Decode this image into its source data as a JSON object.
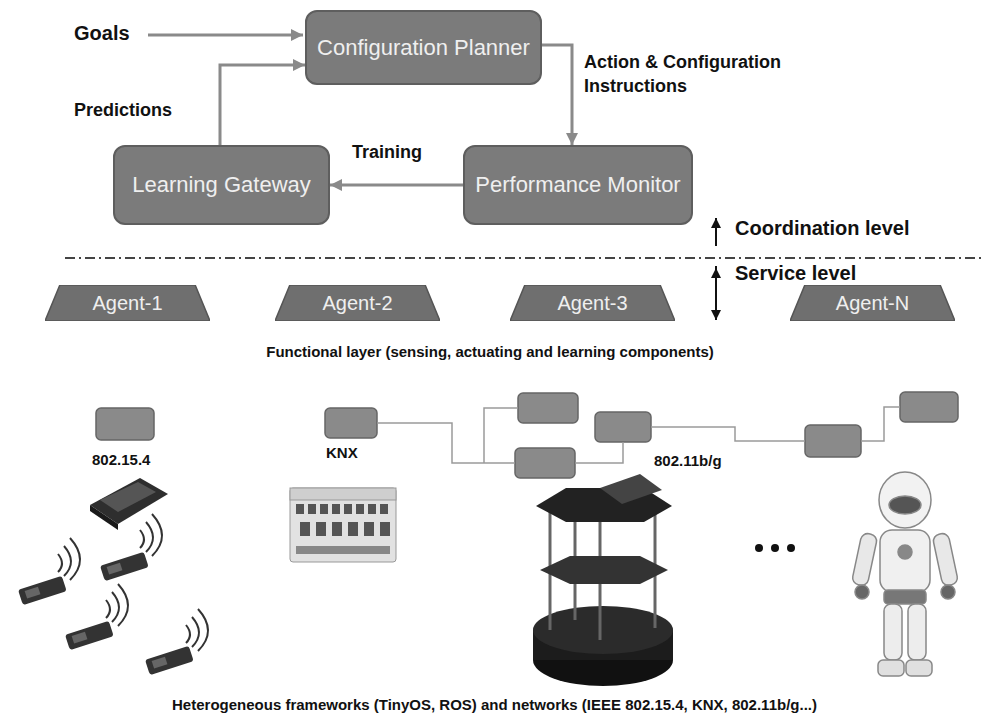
{
  "diagram": {
    "nodes": [
      {
        "text": [
          "Configuration Planner"
        ]
      },
      {
        "text": [
          "Performance Monitor"
        ]
      },
      {
        "text": [
          "Learning Gateway"
        ]
      },
      {
        "text": [
          "Agent-1"
        ]
      },
      {
        "text": [
          "Agent-2"
        ]
      },
      {
        "text": [
          "Agent-3"
        ]
      },
      {
        "text": [
          "Agent-N"
        ]
      }
    ],
    "edges": [
      {
        "from": 0,
        "to": 1,
        "arrow": "to",
        "label": "Action & Configuration Instructions"
      },
      {
        "from": 1,
        "to": 2,
        "arrow": "to",
        "label": "Training"
      },
      {
        "from": 2,
        "to": 0,
        "arrow": "to",
        "label": "Predictions"
      }
    ],
    "labels": [
      "Goals",
      "Coordination level",
      "Service level",
      "Functional layer (sensing, actuating and learning components)",
      "802.15.4",
      "KNX",
      "802.11b/g",
      "Heterogeneous frameworks (TinyOS, ROS) and networks (IEEE 802.15.4, KNX, 802.11b/g...)"
    ]
  }
}
